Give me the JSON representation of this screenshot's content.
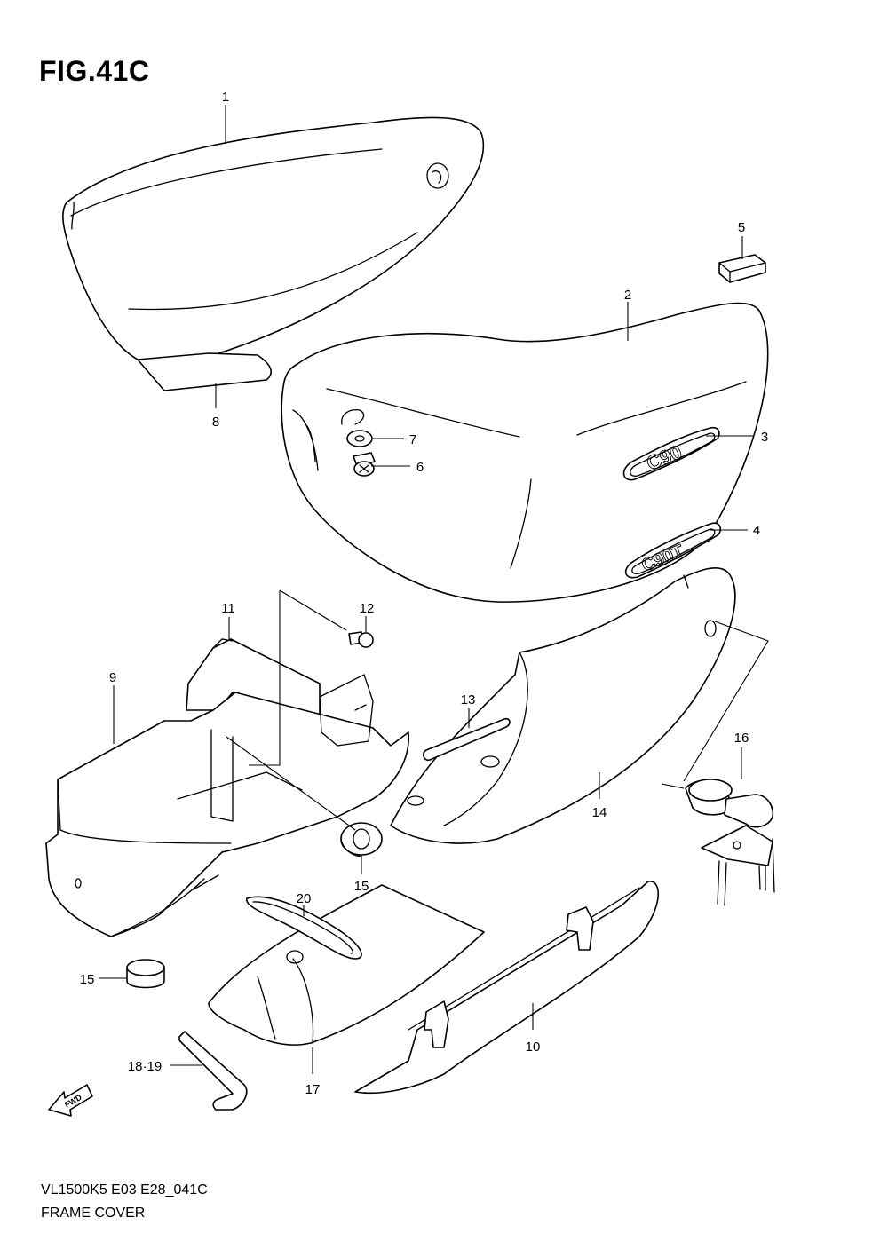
{
  "figure": {
    "title": "FIG.41C"
  },
  "callouts": [
    {
      "id": "1",
      "text": "1"
    },
    {
      "id": "2",
      "text": "2"
    },
    {
      "id": "3",
      "text": "3"
    },
    {
      "id": "4",
      "text": "4"
    },
    {
      "id": "5",
      "text": "5"
    },
    {
      "id": "6",
      "text": "6"
    },
    {
      "id": "7",
      "text": "7"
    },
    {
      "id": "8",
      "text": "8"
    },
    {
      "id": "9",
      "text": "9"
    },
    {
      "id": "10",
      "text": "10"
    },
    {
      "id": "11",
      "text": "11"
    },
    {
      "id": "12",
      "text": "12"
    },
    {
      "id": "13",
      "text": "13"
    },
    {
      "id": "14",
      "text": "14"
    },
    {
      "id": "15a",
      "text": "15"
    },
    {
      "id": "15b",
      "text": "15"
    },
    {
      "id": "16",
      "text": "16"
    },
    {
      "id": "17",
      "text": "17"
    },
    {
      "id": "18_19",
      "text": "18·19"
    },
    {
      "id": "20",
      "text": "20"
    }
  ],
  "emblems": {
    "upper": "C90",
    "lower": "C90T"
  },
  "direction_marker": {
    "text": "FWD",
    "icon": "fwd-arrow-icon"
  },
  "footer": {
    "code": "VL1500K5 E03 E28_041C",
    "name": "FRAME COVER"
  }
}
